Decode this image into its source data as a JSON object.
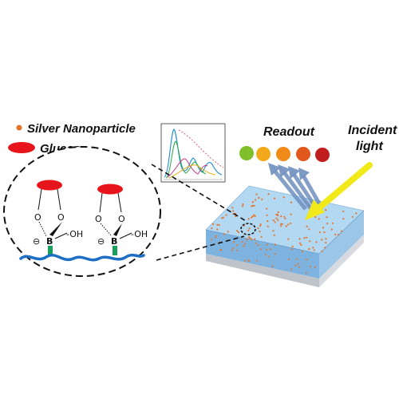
{
  "legend": {
    "silver_label": "Silver Nanoparticle",
    "glucose_label": "Glucose"
  },
  "labels": {
    "readout": "Readout",
    "incident_line1": "Incident",
    "incident_line2": "light"
  },
  "chem": {
    "oh": "-OH",
    "boron": "B",
    "oxygen": "O",
    "charge": "⊖"
  },
  "colors": {
    "glucose": "#e8141c",
    "silver": "#e8742a",
    "polymer": "#1c6fc4",
    "linker": "#17a05c",
    "film_top": "#a8d2f0",
    "film_front": "#7fb4e0",
    "substrate": "#cfd3d8",
    "incident_arrow": "#f2ea18",
    "reflect_arrow": "#6f8fbf",
    "readout_dots": [
      "#7fbf2a",
      "#f2a81a",
      "#f08a18",
      "#e0581c",
      "#c01e1e"
    ]
  },
  "icons": [
    "silver-dot-icon",
    "glucose-ellipse-icon",
    "spectrum-inset-icon"
  ]
}
